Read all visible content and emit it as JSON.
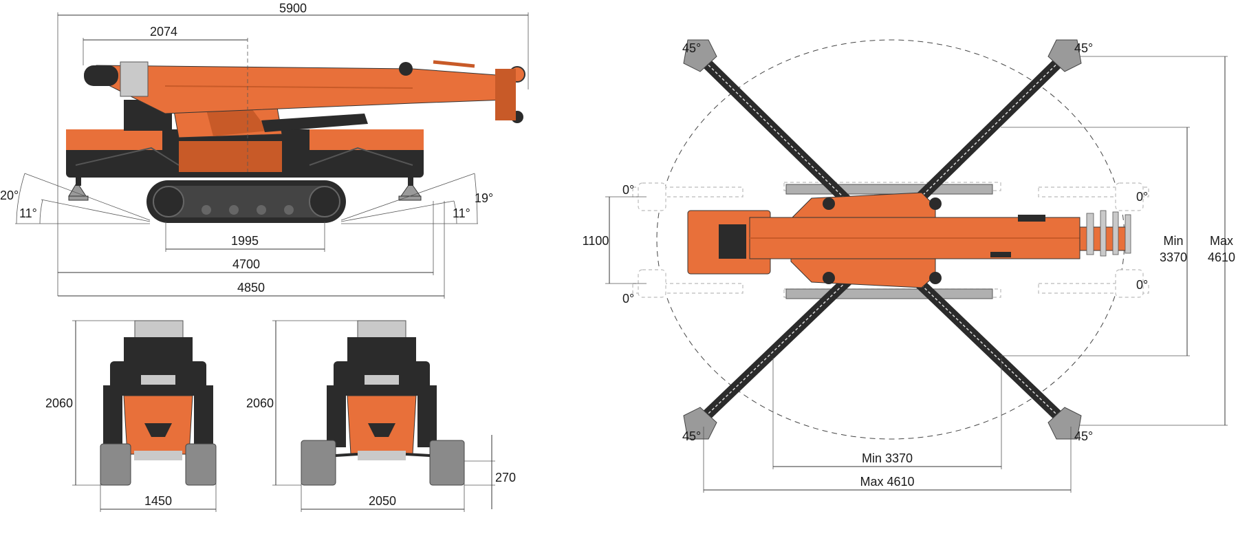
{
  "colors": {
    "body": "#e8703a",
    "body_dark": "#c85a28",
    "track": "#2b2b2b",
    "pad": "#9a9a9a",
    "engine": "#c9c9c9"
  },
  "side_view": {
    "overall_length": "5900",
    "center_offset": "2074",
    "track_contact": "1995",
    "length_4700": "4700",
    "length_4850": "4850",
    "angle_front_upper": "20°",
    "angle_front_lower": "11°",
    "angle_rear_upper": "19°",
    "angle_rear_lower": "11°"
  },
  "front_view_narrow": {
    "height": "2060",
    "width": "1450"
  },
  "front_view_wide": {
    "height": "2060",
    "width": "2050",
    "clearance": "270"
  },
  "top_view": {
    "angle_45_tl": "45°",
    "angle_45_tr": "45°",
    "angle_45_bl": "45°",
    "angle_45_br": "45°",
    "angle_0_tl": "0°",
    "angle_0_tr": "0°",
    "angle_0_bl": "0°",
    "angle_0_br": "0°",
    "width_1100": "1100",
    "min_label": "Min",
    "min_value": "3370",
    "max_label": "Max",
    "max_value": "4610",
    "bottom_min": "Min 3370",
    "bottom_max": "Max 4610"
  }
}
